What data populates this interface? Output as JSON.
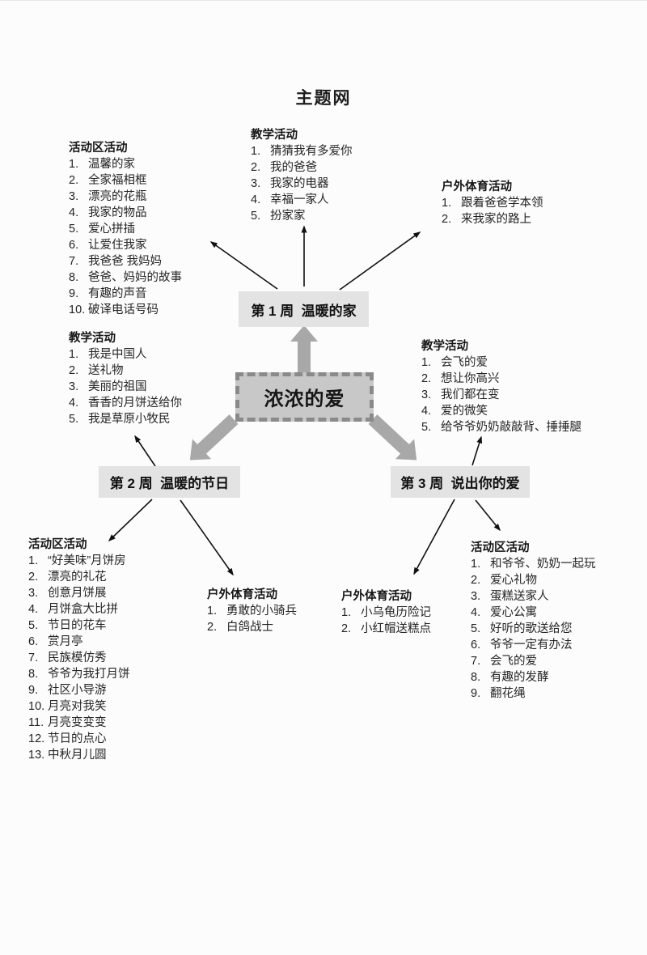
{
  "page": {
    "title": "主题网"
  },
  "center": {
    "label": "浓浓的爱"
  },
  "weeks": [
    {
      "label": "第 1 周  温暖的家"
    },
    {
      "label": "第 2 周  温暖的节日"
    },
    {
      "label": "第 3 周  说出你的爱"
    }
  ],
  "lists": {
    "week1_area": {
      "title": "活动区活动",
      "items": [
        "温馨的家",
        "全家福相框",
        "漂亮的花瓶",
        "我家的物品",
        "爱心拼插",
        "让爱住我家",
        "我爸爸 我妈妈",
        "爸爸、妈妈的故事",
        "有趣的声音",
        "破译电话号码"
      ]
    },
    "week1_teaching": {
      "title": "教学活动",
      "items": [
        "猜猜我有多爱你",
        "我的爸爸",
        "我家的电器",
        "幸福一家人",
        "扮家家"
      ]
    },
    "week1_outdoor": {
      "title": "户外体育活动",
      "items": [
        "跟着爸爸学本领",
        "来我家的路上"
      ]
    },
    "week2_teaching": {
      "title": "教学活动",
      "items": [
        "我是中国人",
        "送礼物",
        "美丽的祖国",
        "香香的月饼送给你",
        "我是草原小牧民"
      ]
    },
    "week3_teaching": {
      "title": "教学活动",
      "items": [
        "会飞的爱",
        "想让你高兴",
        "我们都在变",
        "爱的微笑",
        "给爷爷奶奶敲敲背、捶捶腿"
      ]
    },
    "week2_area": {
      "title": "活动区活动",
      "items": [
        "“好美味”月饼房",
        "漂亮的礼花",
        "创意月饼展",
        "月饼盒大比拼",
        "节日的花车",
        "赏月亭",
        "民族模仿秀",
        "爷爷为我打月饼",
        "社区小导游",
        "月亮对我笑",
        "月亮变变变",
        "节日的点心",
        "中秋月儿圆"
      ]
    },
    "week2_outdoor": {
      "title": "户外体育活动",
      "items": [
        "勇敢的小骑兵",
        "白鸽战士"
      ]
    },
    "week3_outdoor": {
      "title": "户外体育活动",
      "items": [
        "小乌龟历险记",
        "小红帽送糕点"
      ]
    },
    "week3_area": {
      "title": "活动区活动",
      "items": [
        "和爷爷、奶奶一起玩",
        "爱心礼物",
        "蛋糕送家人",
        "爱心公寓",
        "好听的歌送给您",
        "爷爷一定有办法",
        "会飞的爱",
        "有趣的发酵",
        "翻花绳"
      ]
    }
  },
  "colors": {
    "week_box_fill": "#e3e3e3",
    "center_box_fill": "#c8c8c8",
    "center_box_border": "#8a8a8a",
    "block_arrow": "#a8a8a8",
    "thin_arrow": "#111111"
  }
}
